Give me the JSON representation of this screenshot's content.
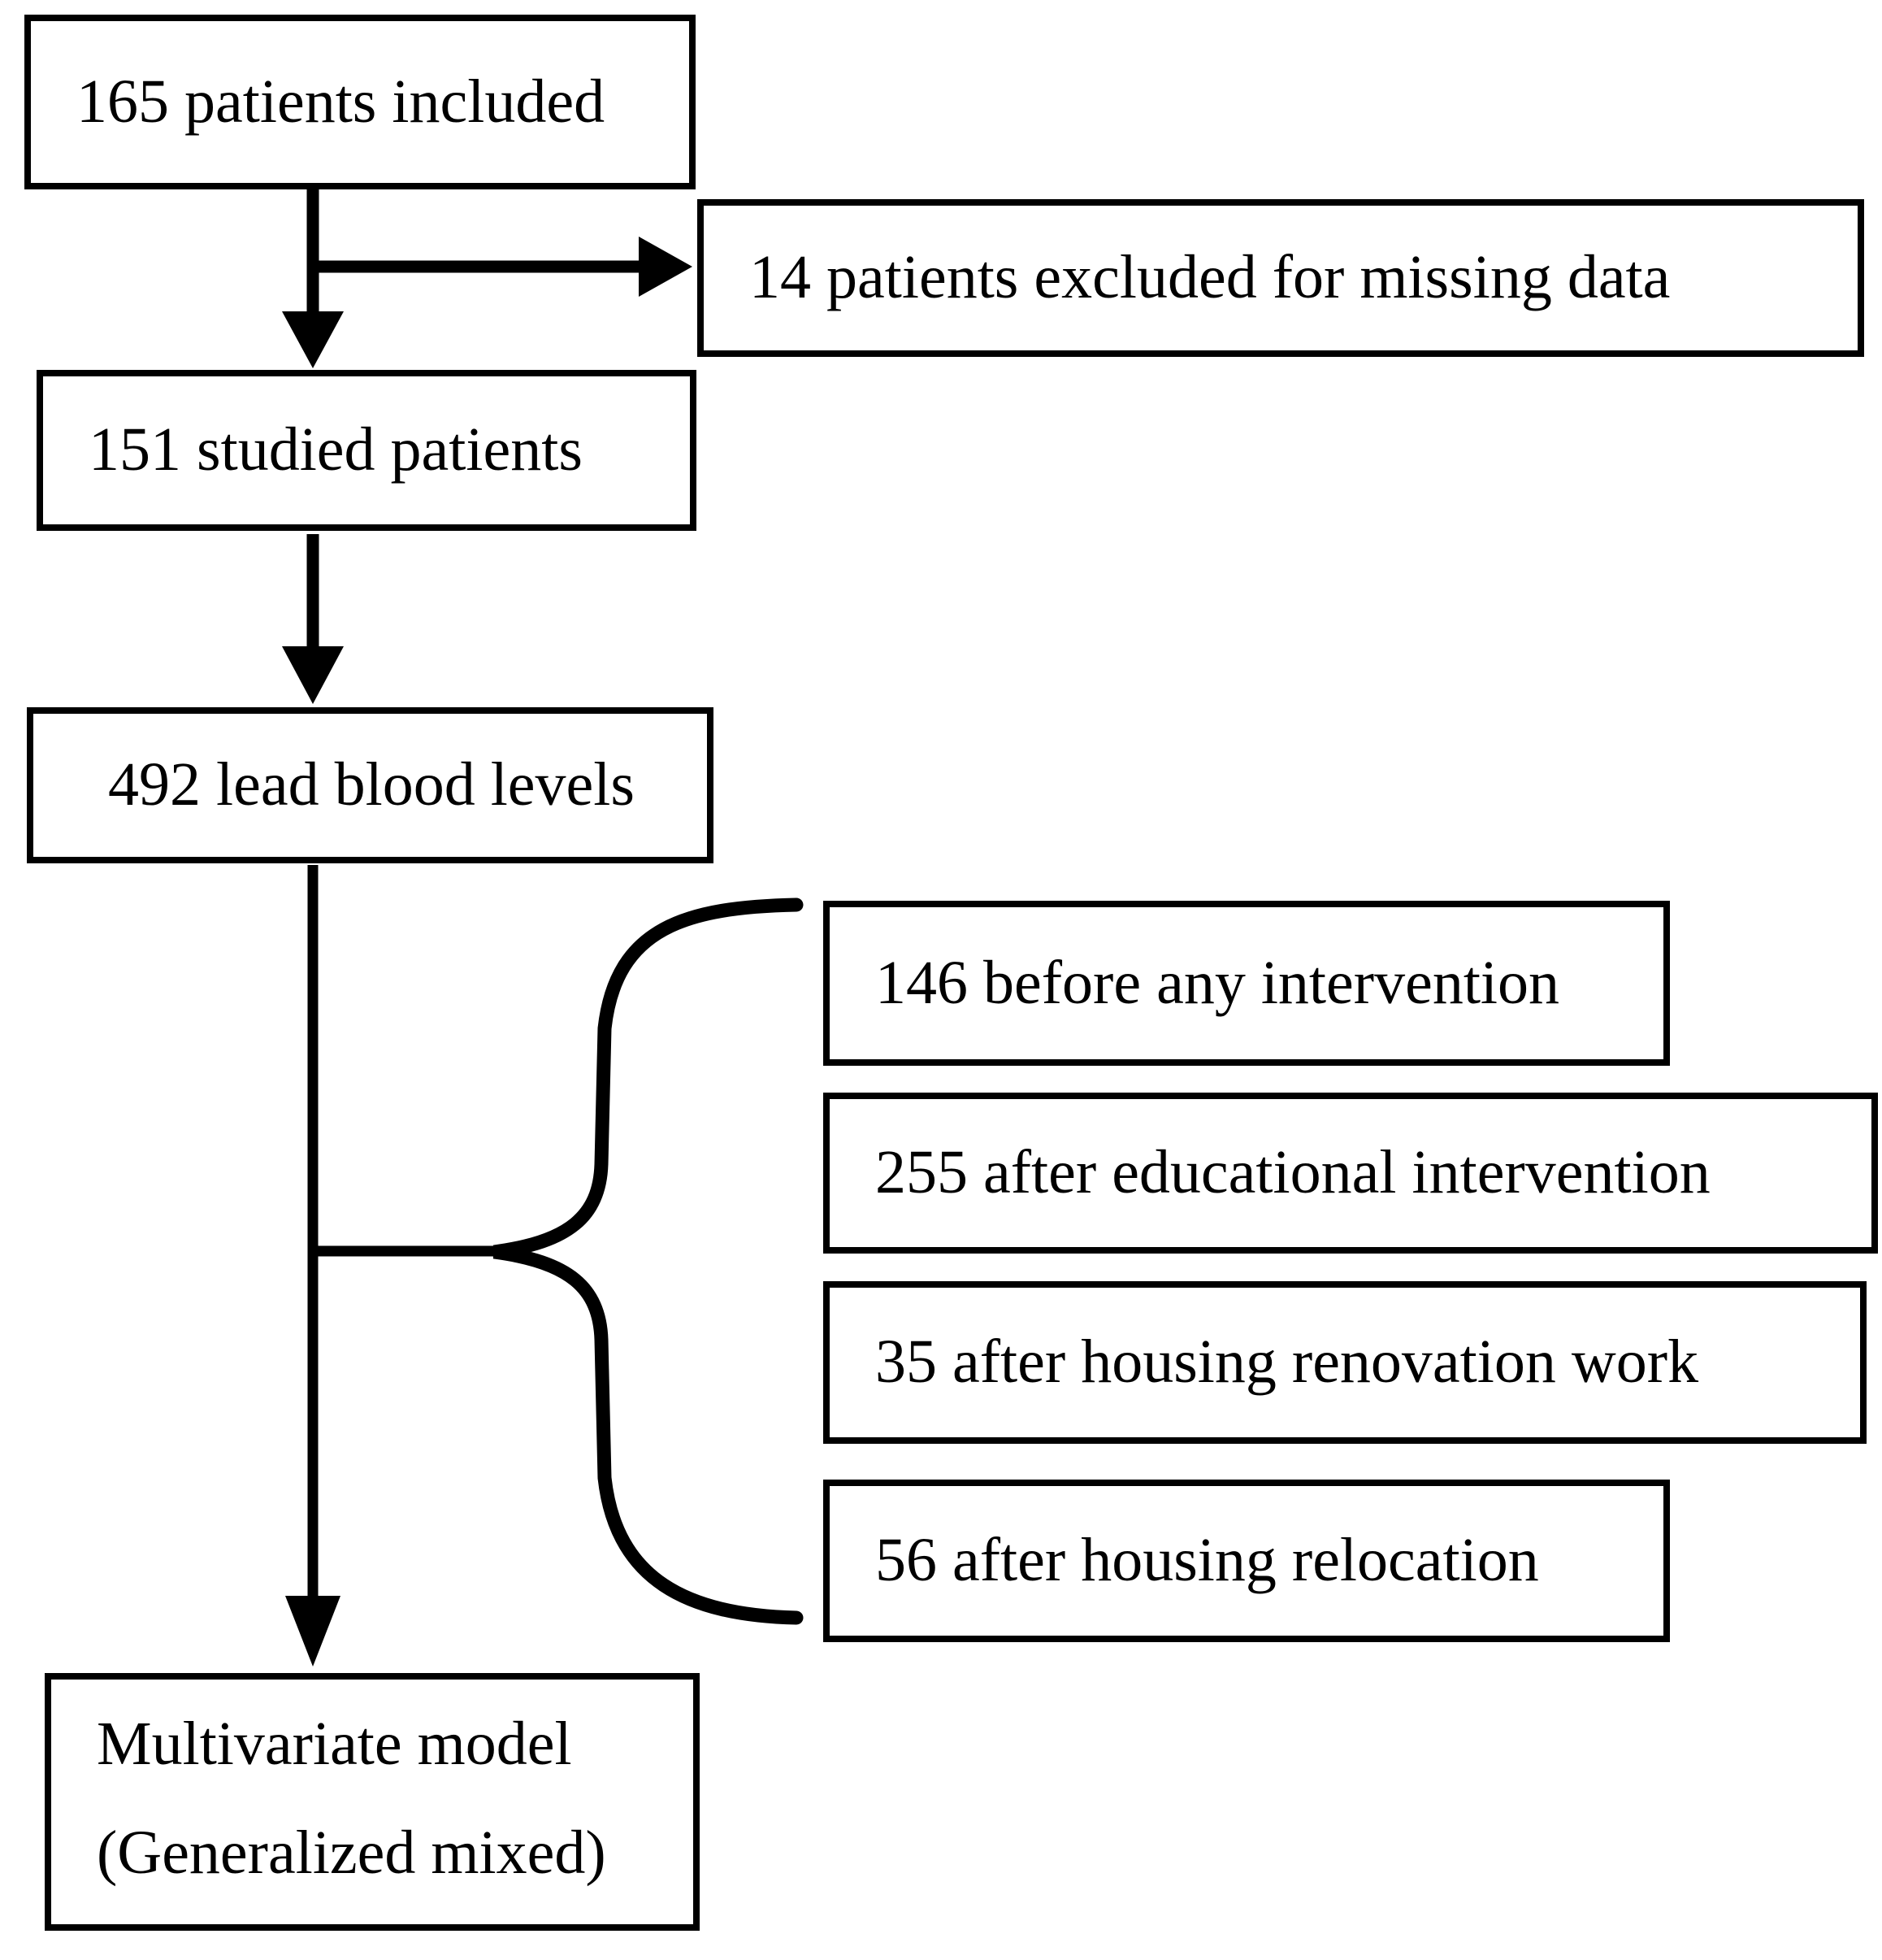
{
  "figure": {
    "colors": {
      "stroke": "#000000",
      "text": "#000000",
      "box_background": "#ffffff",
      "page_background": "#ffffff"
    },
    "nodes": {
      "included": "165 patients included",
      "excluded": "14 patients excluded for missing data",
      "studied": "151 studied patients",
      "lead_levels": "492 lead blood levels",
      "before_intervention": "146 before any intervention",
      "after_educational": "255 after educational intervention",
      "after_renovation": "35 after housing renovation work",
      "after_relocation": "56 after housing relocation",
      "model_line1": "Multivariate model",
      "model_line2": "(Generalized mixed)"
    }
  }
}
